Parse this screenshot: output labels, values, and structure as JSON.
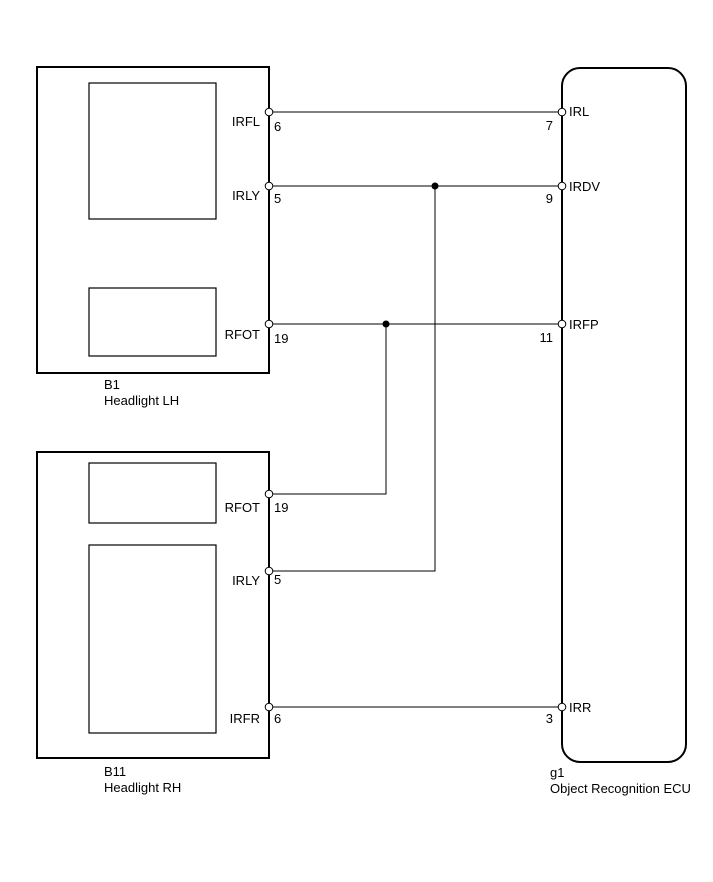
{
  "components": {
    "b1": {
      "code": "B1",
      "name": "Headlight LH"
    },
    "b11": {
      "code": "B11",
      "name": "Headlight RH"
    },
    "g1": {
      "code": "g1",
      "name": "Object Recognition ECU"
    }
  },
  "b1_pins": [
    {
      "signal": "IRFL",
      "pin": "6"
    },
    {
      "signal": "IRLY",
      "pin": "5"
    },
    {
      "signal": "RFOT",
      "pin": "19"
    }
  ],
  "b11_pins": [
    {
      "signal": "RFOT",
      "pin": "19"
    },
    {
      "signal": "IRLY",
      "pin": "5"
    },
    {
      "signal": "IRFR",
      "pin": "6"
    }
  ],
  "g1_pins": [
    {
      "signal": "IRL",
      "pin": "7"
    },
    {
      "signal": "IRDV",
      "pin": "9"
    },
    {
      "signal": "IRFP",
      "pin": "11"
    },
    {
      "signal": "IRR",
      "pin": "3"
    }
  ]
}
